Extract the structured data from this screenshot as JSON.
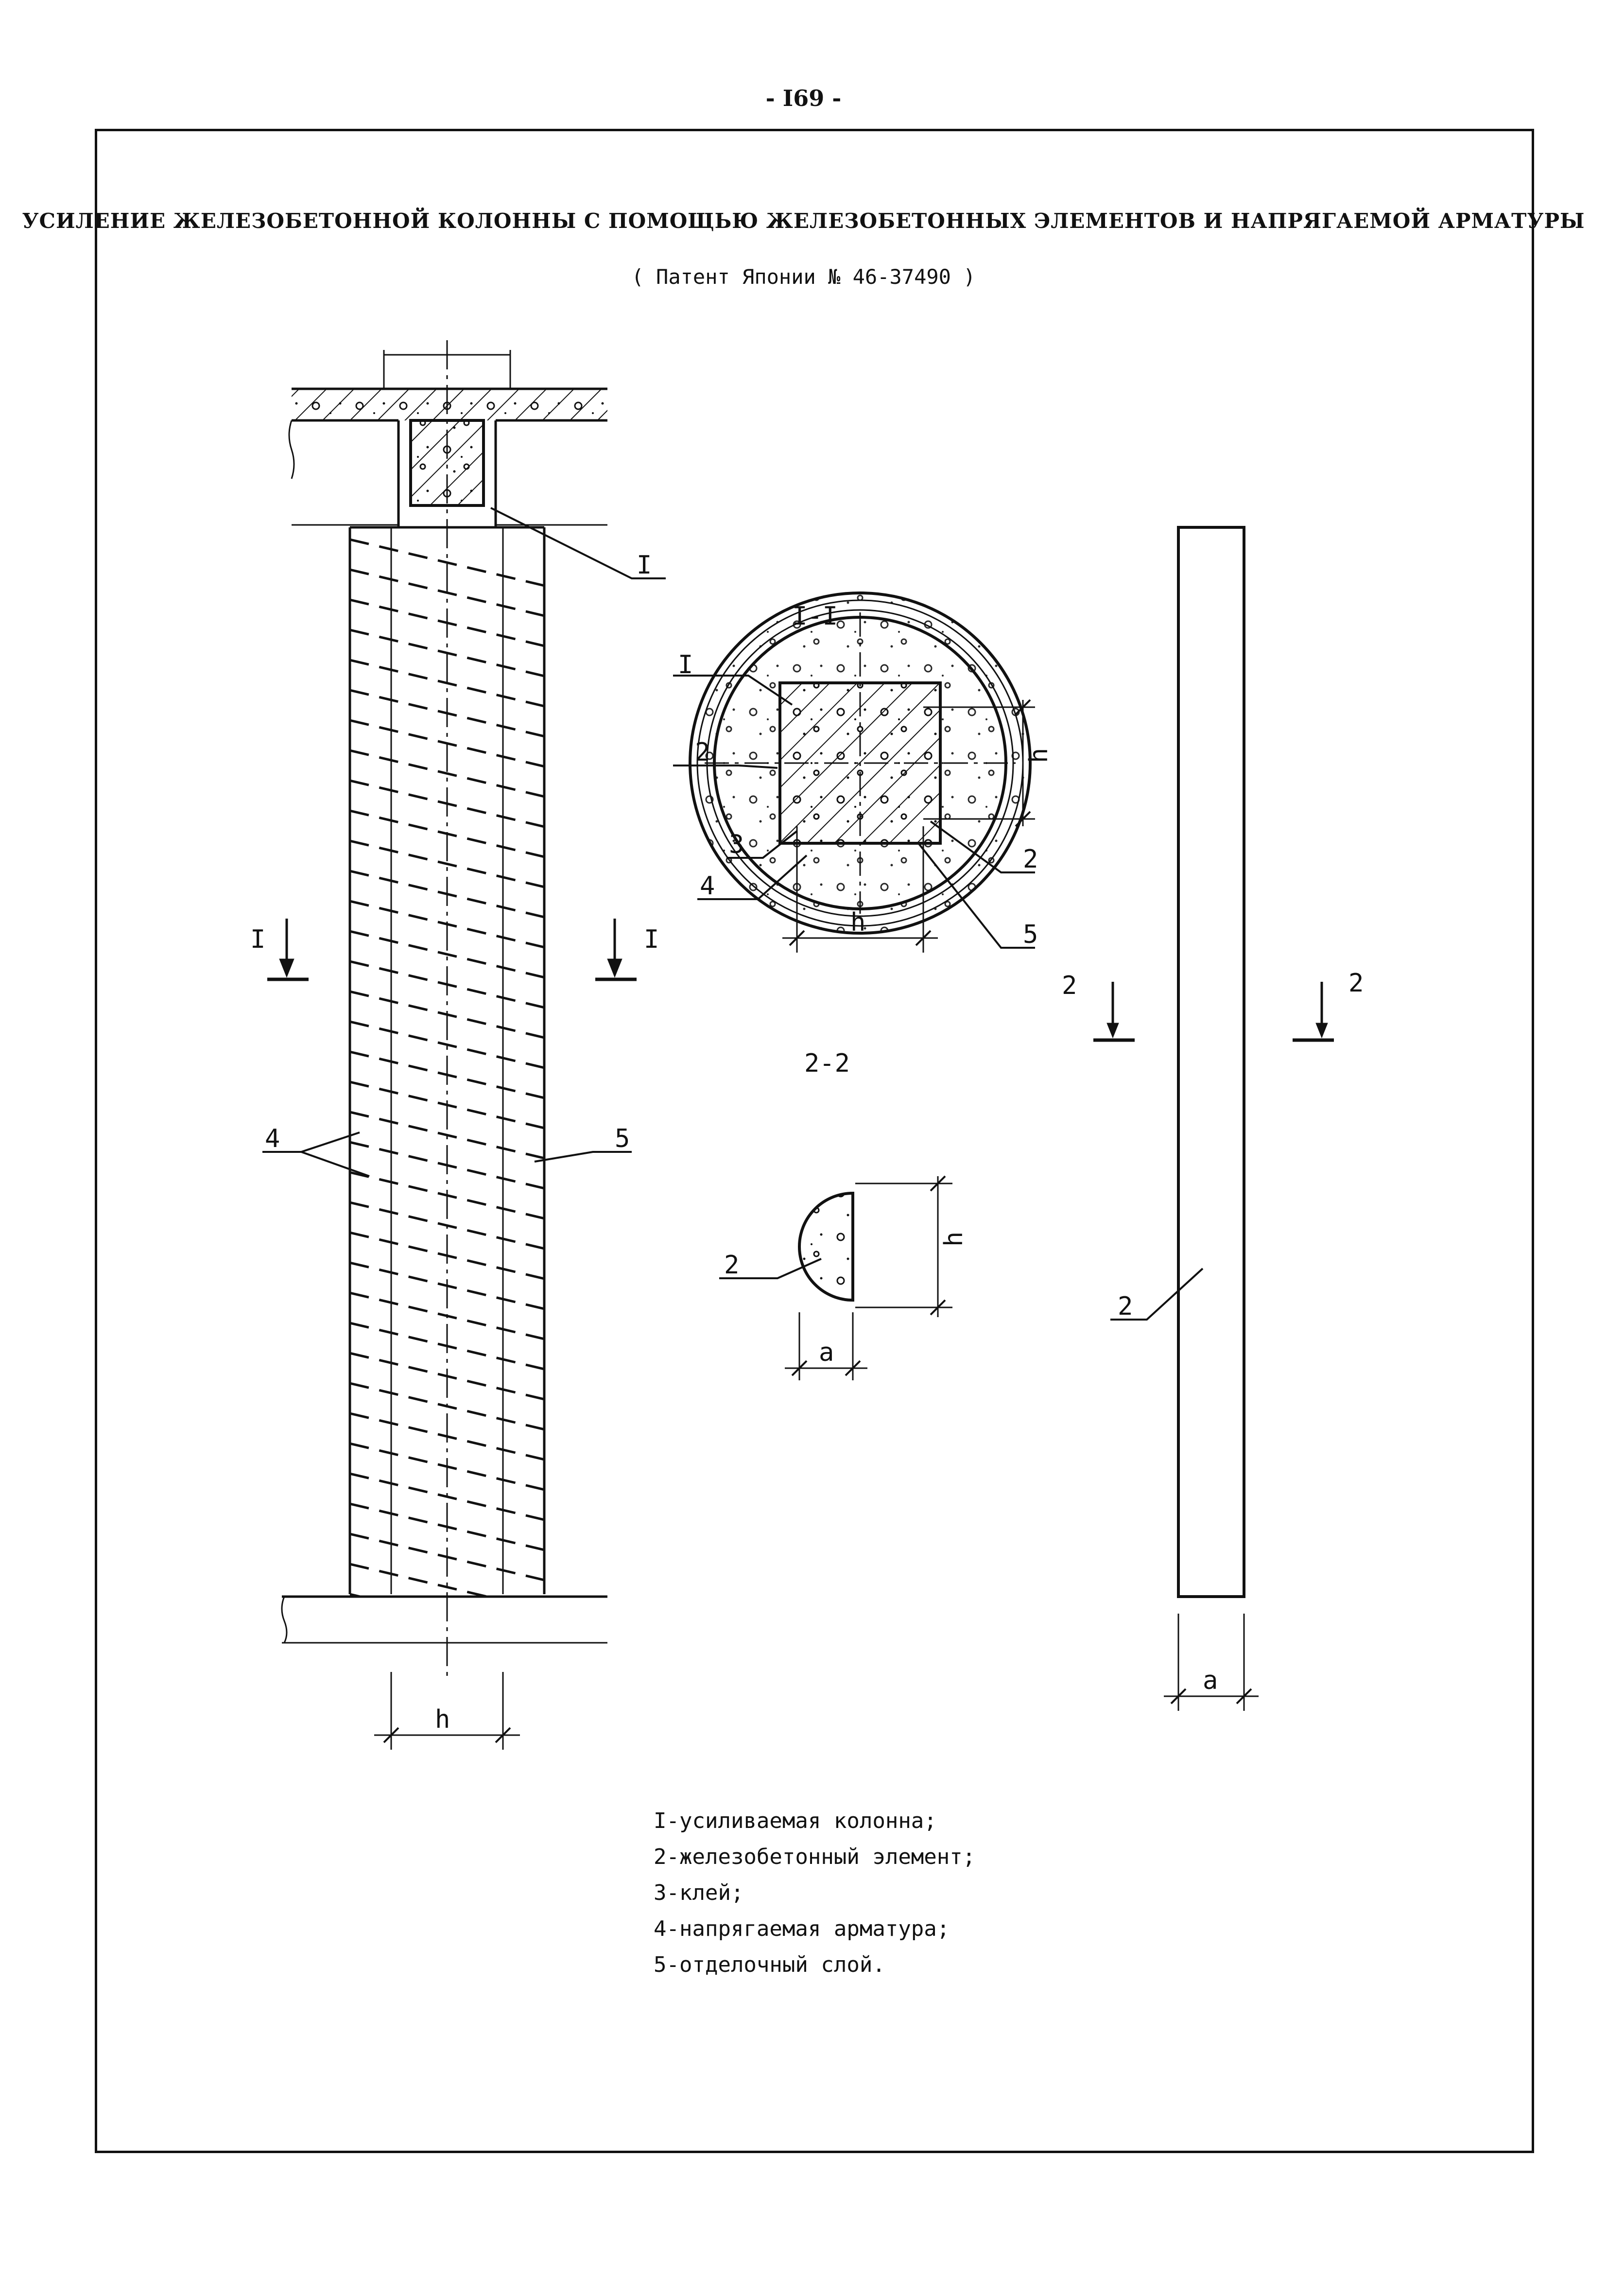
{
  "page_number": "- I69 -",
  "title": "УСИЛЕНИЕ ЖЕЛЕЗОБЕТОННОЙ КОЛОННЫ С ПОМОЩЬЮ ЖЕЛЕЗОБЕТОННЫХ ЭЛЕМЕНТОВ И НАПРЯГАЕМОЙ АРМАТУРЫ",
  "subtitle": "( Патент Японии № 46-37490 )",
  "drawing": {
    "column_view": {
      "leader_1": "I",
      "leader_4": "4",
      "leader_5": "5",
      "section_mark_left": "I",
      "section_mark_right": "I",
      "dim_h": "h"
    },
    "section_1_1": {
      "title": "I-I",
      "leader_1": "I",
      "leader_2_left": "2",
      "leader_3": "3",
      "leader_4": "4",
      "leader_2_right": "2",
      "leader_5": "5",
      "dim_h_horizontal": "h",
      "dim_h_vertical": "h"
    },
    "section_2_2": {
      "title": "2-2",
      "leader_2": "2",
      "dim_h": "h",
      "dim_a": "a"
    },
    "element_view": {
      "section_mark_left": "2",
      "section_mark_right": "2",
      "leader_2": "2",
      "dim_a": "a"
    }
  },
  "legend": [
    "I-усиливаемая колонна;",
    "2-железобетонный элемент;",
    "3-клей;",
    "4-напрягаемая арматура;",
    "5-отделочный слой."
  ]
}
